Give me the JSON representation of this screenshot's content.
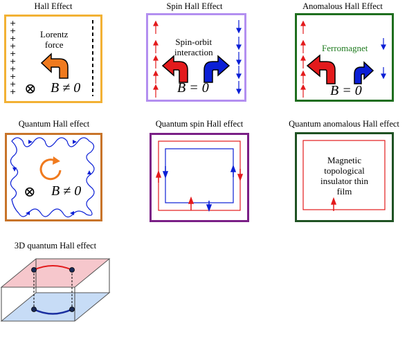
{
  "colors": {
    "hall": "#f2b134",
    "spin_hall": "#b38ff0",
    "anomalous": "#1e6e1e",
    "quantum_hall": "#c8742a",
    "quantum_spin": "#7a1f86",
    "quantum_anomalous": "#1f5223",
    "red_arrow": "#e31a1c",
    "blue_arrow": "#0b1fd6",
    "orange_arrow": "#f07a1e",
    "top_plane": "#f6c7cc",
    "bottom_plane": "#c7dcf6"
  },
  "panels": {
    "hall": {
      "title": "Hall Effect",
      "label_line1": "Lorentz",
      "label_line2": "force",
      "field_label": "B ≠ 0",
      "field_symbol": "⊗",
      "left_edge_sign": "+",
      "right_edge_sign": "–"
    },
    "spin_hall": {
      "title": "Spin Hall Effect",
      "label_line1": "Spin-orbit",
      "label_line2": "interaction",
      "field_label": "B = 0"
    },
    "anomalous": {
      "title": "Anomalous Hall Effect",
      "label": "Ferromagnet",
      "field_label": "B = 0"
    },
    "quantum_hall": {
      "title": "Quantum Hall effect",
      "field_label": "B ≠ 0",
      "field_symbol": "⊗"
    },
    "quantum_spin": {
      "title": "Quantum spin Hall effect"
    },
    "quantum_anomalous": {
      "title": "Quantum anomalous Hall effect",
      "label_line1": "Magnetic",
      "label_line2": "topological",
      "label_line3": "insulator thin",
      "label_line4": "film"
    },
    "qhe_3d": {
      "title": "3D quantum Hall effect"
    }
  }
}
